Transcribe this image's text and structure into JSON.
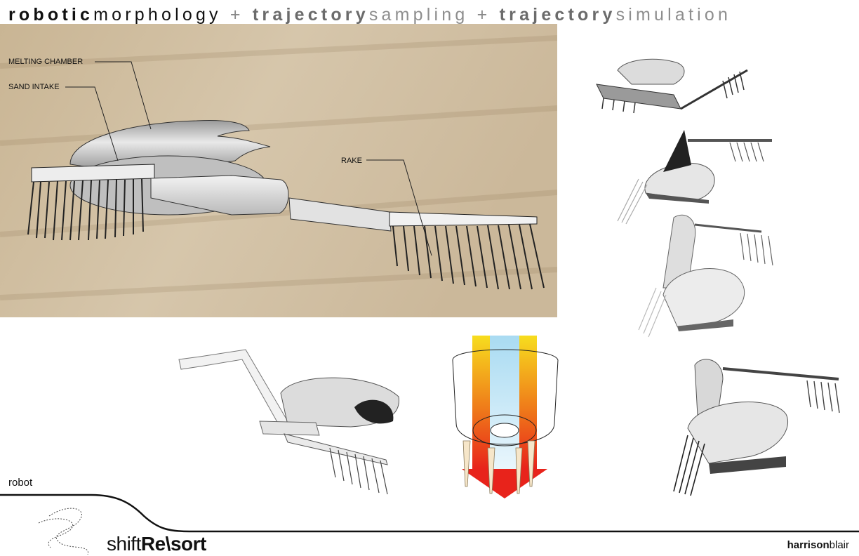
{
  "header": {
    "part1_bold": "robotic",
    "part1_light": "morphology",
    "plus1": "+",
    "part2_bold": "trajectory",
    "part2_light": "sampling",
    "plus2": "+",
    "part3_bold": "trajectory",
    "part3_light": "simulation"
  },
  "callouts": {
    "melting_chamber": "MELTING CHAMBER",
    "sand_intake": "SAND INTAKE",
    "rake": "RAKE"
  },
  "footer": {
    "section_label": "robot",
    "brand_light": "shift",
    "brand_bold1": "Re",
    "brand_sep": "\\",
    "brand_bold2": "sort",
    "author_bold": "harrison",
    "author_light": "blair"
  },
  "colors": {
    "wood": "#d3c2a6",
    "metal_light": "#e6e6e6",
    "metal_dark": "#4a4a4a",
    "flame_yellow": "#f5d31a",
    "flame_orange": "#ef7a1a",
    "flame_red": "#e8231b",
    "glass_blue": "#9fd6ef"
  }
}
